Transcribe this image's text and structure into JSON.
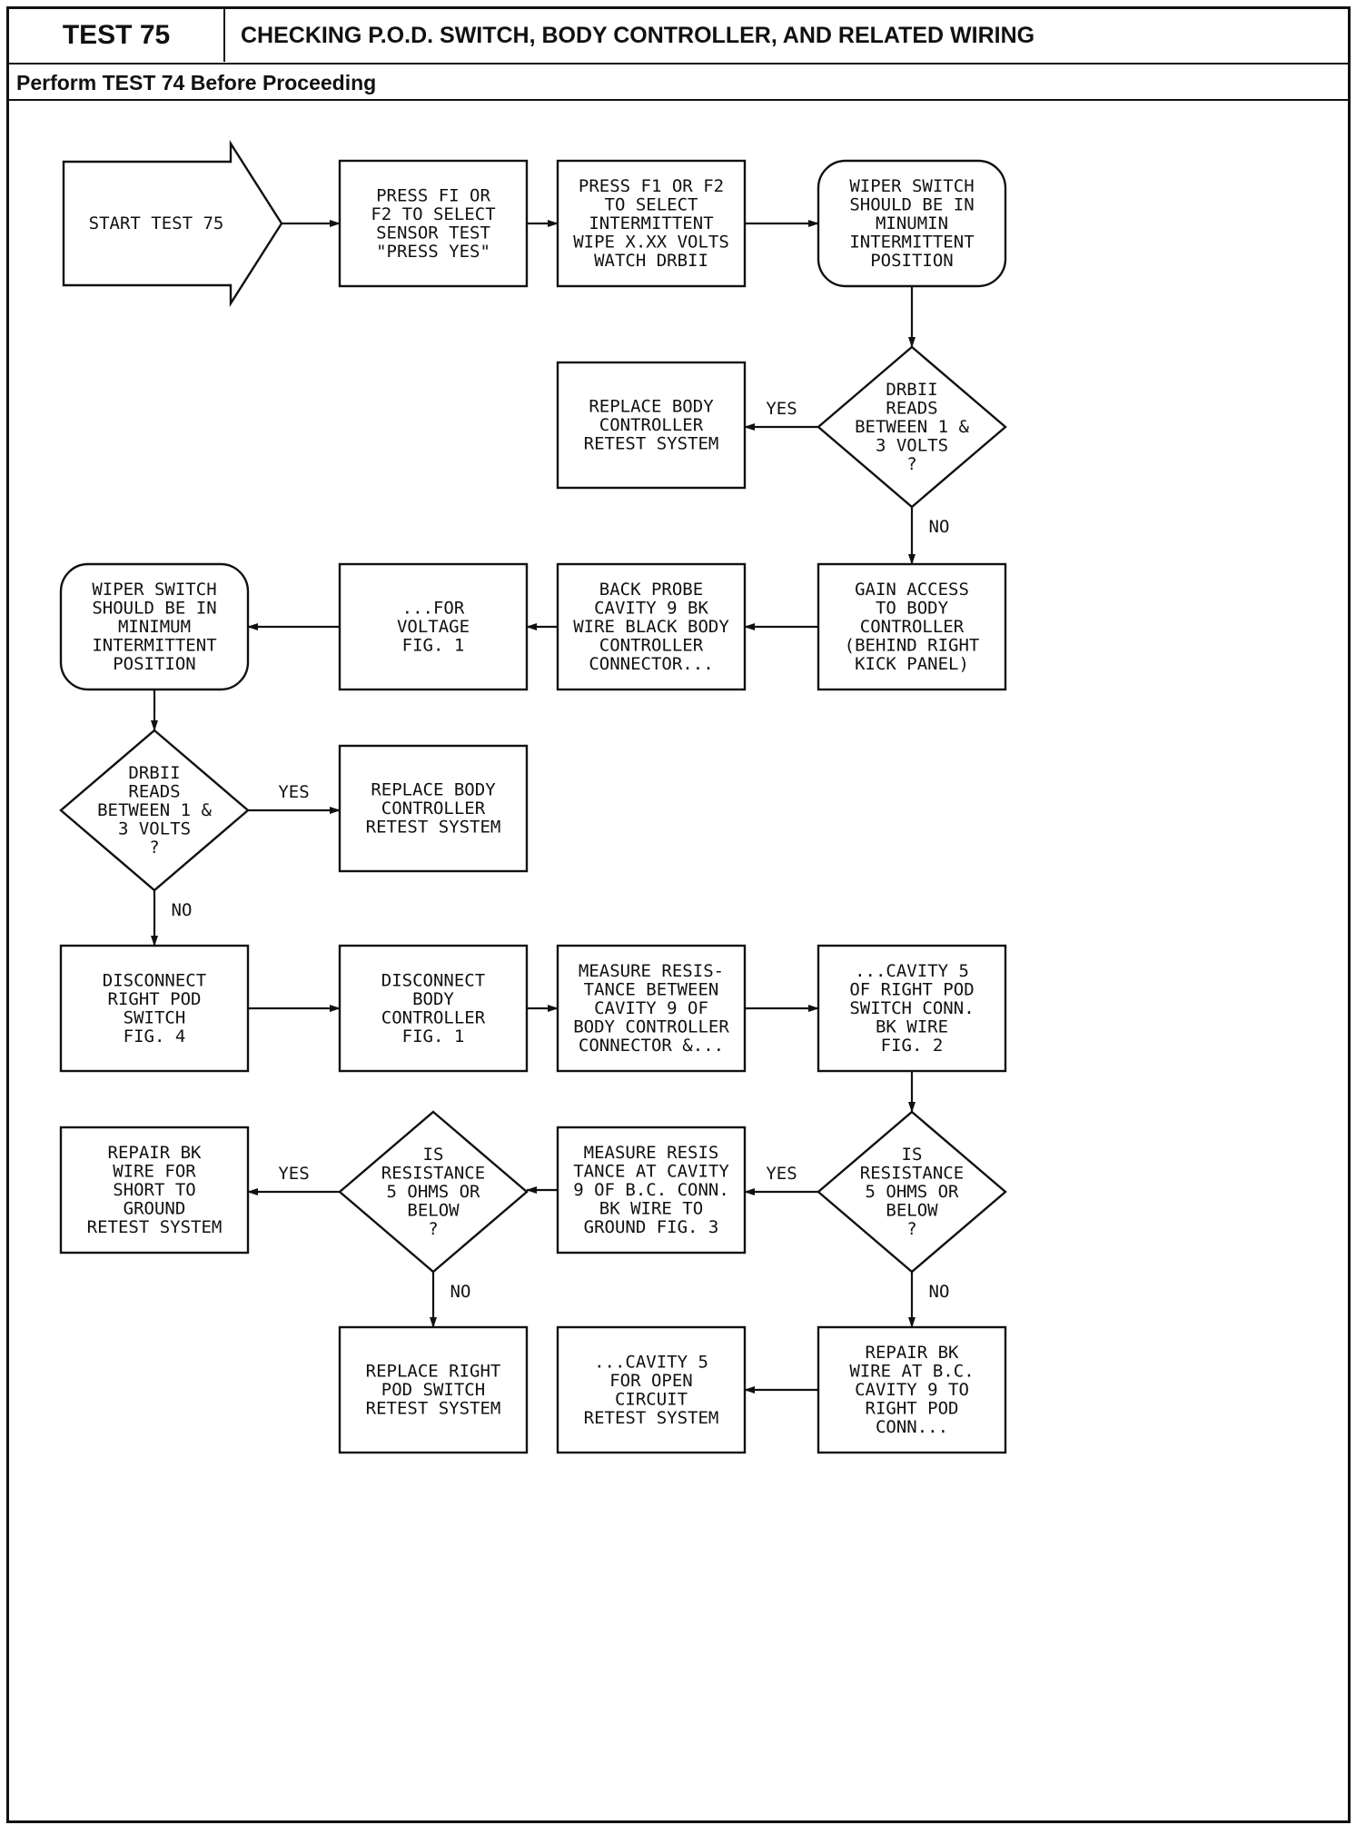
{
  "header": {
    "test_number": "TEST 75",
    "title": "CHECKING P.O.D. SWITCH, BODY CONTROLLER, AND RELATED WIRING",
    "prerequisite": "Perform TEST 74 Before Proceeding"
  },
  "nodes": [
    {
      "id": "start",
      "shape": "arrow",
      "lines": [
        "START TEST 75"
      ]
    },
    {
      "id": "n1",
      "shape": "rect",
      "lines": [
        "PRESS FI OR",
        "F2 TO SELECT",
        "SENSOR TEST",
        "\"PRESS YES\""
      ]
    },
    {
      "id": "n2",
      "shape": "rect",
      "lines": [
        "PRESS F1 OR F2",
        "TO SELECT",
        "INTERMITTENT",
        "WIPE X.XX VOLTS",
        "WATCH DRBII"
      ]
    },
    {
      "id": "n3",
      "shape": "rounded",
      "lines": [
        "WIPER SWITCH",
        "SHOULD BE IN",
        "MINUMIN",
        "INTERMITTENT",
        "POSITION"
      ]
    },
    {
      "id": "d1",
      "shape": "diamond",
      "lines": [
        "DRBII",
        "READS",
        "BETWEEN 1 &",
        "3 VOLTS",
        "?"
      ]
    },
    {
      "id": "n4",
      "shape": "rect",
      "lines": [
        "REPLACE BODY",
        "CONTROLLER",
        "RETEST SYSTEM"
      ]
    },
    {
      "id": "n5",
      "shape": "rect",
      "lines": [
        "GAIN ACCESS",
        "TO BODY",
        "CONTROLLER",
        "(BEHIND RIGHT",
        "KICK PANEL)"
      ]
    },
    {
      "id": "n6",
      "shape": "rect",
      "lines": [
        "BACK PROBE",
        "CAVITY 9 BK",
        "WIRE BLACK BODY",
        "CONTROLLER",
        "CONNECTOR..."
      ]
    },
    {
      "id": "n7",
      "shape": "rect",
      "lines": [
        "...FOR",
        "VOLTAGE",
        "FIG. 1"
      ]
    },
    {
      "id": "n8",
      "shape": "rounded",
      "lines": [
        "WIPER SWITCH",
        "SHOULD BE IN",
        "MINIMUM",
        "INTERMITTENT",
        "POSITION"
      ]
    },
    {
      "id": "d2",
      "shape": "diamond",
      "lines": [
        "DRBII",
        "READS",
        "BETWEEN 1 &",
        "3 VOLTS",
        "?"
      ]
    },
    {
      "id": "n9",
      "shape": "rect",
      "lines": [
        "REPLACE BODY",
        "CONTROLLER",
        "RETEST SYSTEM"
      ]
    },
    {
      "id": "n10",
      "shape": "rect",
      "lines": [
        "DISCONNECT",
        "RIGHT POD",
        "SWITCH",
        "FIG. 4"
      ]
    },
    {
      "id": "n11",
      "shape": "rect",
      "lines": [
        "DISCONNECT",
        "BODY",
        "CONTROLLER",
        "FIG. 1"
      ]
    },
    {
      "id": "n12",
      "shape": "rect",
      "lines": [
        "MEASURE RESIS-",
        "TANCE BETWEEN",
        "CAVITY 9 OF",
        "BODY CONTROLLER",
        "CONNECTOR &..."
      ]
    },
    {
      "id": "n13",
      "shape": "rect",
      "lines": [
        "...CAVITY 5",
        "OF RIGHT POD",
        "SWITCH CONN.",
        "BK WIRE",
        "FIG. 2"
      ]
    },
    {
      "id": "d3",
      "shape": "diamond",
      "lines": [
        "IS",
        "RESISTANCE",
        "5 OHMS OR",
        "BELOW",
        "?"
      ]
    },
    {
      "id": "n14",
      "shape": "rect",
      "lines": [
        "MEASURE RESIS",
        "TANCE AT CAVITY",
        "9 OF B.C. CONN.",
        "BK WIRE TO",
        "GROUND FIG. 3"
      ]
    },
    {
      "id": "d4",
      "shape": "diamond",
      "lines": [
        "IS",
        "RESISTANCE",
        "5 OHMS OR",
        "BELOW",
        "?"
      ]
    },
    {
      "id": "n15",
      "shape": "rect",
      "lines": [
        "REPAIR BK",
        "WIRE FOR",
        "SHORT TO",
        "GROUND",
        "RETEST SYSTEM"
      ]
    },
    {
      "id": "n16",
      "shape": "rect",
      "lines": [
        "REPLACE RIGHT",
        "POD SWITCH",
        "RETEST SYSTEM"
      ]
    },
    {
      "id": "n17",
      "shape": "rect",
      "lines": [
        "REPAIR BK",
        "WIRE AT B.C.",
        "CAVITY 9 TO",
        "RIGHT POD",
        "CONN..."
      ]
    },
    {
      "id": "n18",
      "shape": "rect",
      "lines": [
        "...CAVITY 5",
        "FOR OPEN",
        "CIRCUIT",
        "RETEST SYSTEM"
      ]
    }
  ],
  "edges": [
    {
      "from": "start",
      "to": "n1",
      "label": ""
    },
    {
      "from": "n1",
      "to": "n2",
      "label": ""
    },
    {
      "from": "n2",
      "to": "n3",
      "label": ""
    },
    {
      "from": "n3",
      "to": "d1",
      "label": ""
    },
    {
      "from": "d1",
      "to": "n4",
      "label": "YES"
    },
    {
      "from": "d1",
      "to": "n5",
      "label": "NO"
    },
    {
      "from": "n5",
      "to": "n6",
      "label": ""
    },
    {
      "from": "n6",
      "to": "n7",
      "label": ""
    },
    {
      "from": "n7",
      "to": "n8",
      "label": ""
    },
    {
      "from": "n8",
      "to": "d2",
      "label": ""
    },
    {
      "from": "d2",
      "to": "n9",
      "label": "YES"
    },
    {
      "from": "d2",
      "to": "n10",
      "label": "NO"
    },
    {
      "from": "n10",
      "to": "n11",
      "label": ""
    },
    {
      "from": "n11",
      "to": "n12",
      "label": ""
    },
    {
      "from": "n12",
      "to": "n13",
      "label": ""
    },
    {
      "from": "n13",
      "to": "d3",
      "label": ""
    },
    {
      "from": "d3",
      "to": "n14",
      "label": "YES"
    },
    {
      "from": "d3",
      "to": "n17",
      "label": "NO"
    },
    {
      "from": "n14",
      "to": "d4",
      "label": ""
    },
    {
      "from": "d4",
      "to": "n15",
      "label": "YES"
    },
    {
      "from": "d4",
      "to": "n16",
      "label": "NO"
    },
    {
      "from": "n17",
      "to": "n18",
      "label": ""
    }
  ]
}
